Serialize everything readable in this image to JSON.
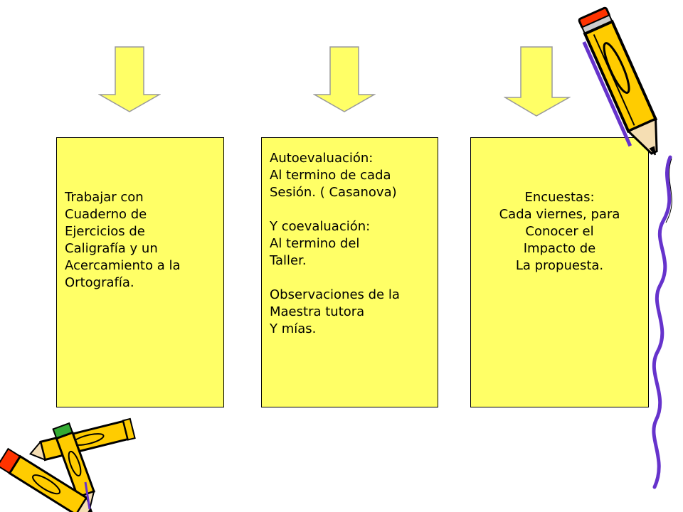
{
  "boxes": [
    {
      "lines": [
        "Trabajar con",
        "Cuaderno de",
        "Ejercicios de",
        "Caligrafía y un",
        "Acercamiento a la",
        "Ortografía."
      ]
    },
    {
      "lines": [
        "Autoevaluación:",
        "Al termino de cada",
        "Sesión. ( Casanova)",
        "",
        "Y coevaluación:",
        "Al termino del",
        "Taller.",
        "",
        "Observaciones de la",
        "Maestra tutora",
        "Y mías."
      ]
    },
    {
      "lines": [
        "Encuestas:",
        "Cada viernes, para",
        "Conocer el",
        "Impacto de",
        "La propuesta."
      ]
    }
  ],
  "icons": [
    "down-arrow-icon",
    "pencil-icon",
    "crayon-icon"
  ],
  "colors": {
    "box_fill": "#ffff66",
    "arrow_fill": "#ffff66",
    "pencil_body": "#ffcc00",
    "pencil_outline": "#000000"
  }
}
